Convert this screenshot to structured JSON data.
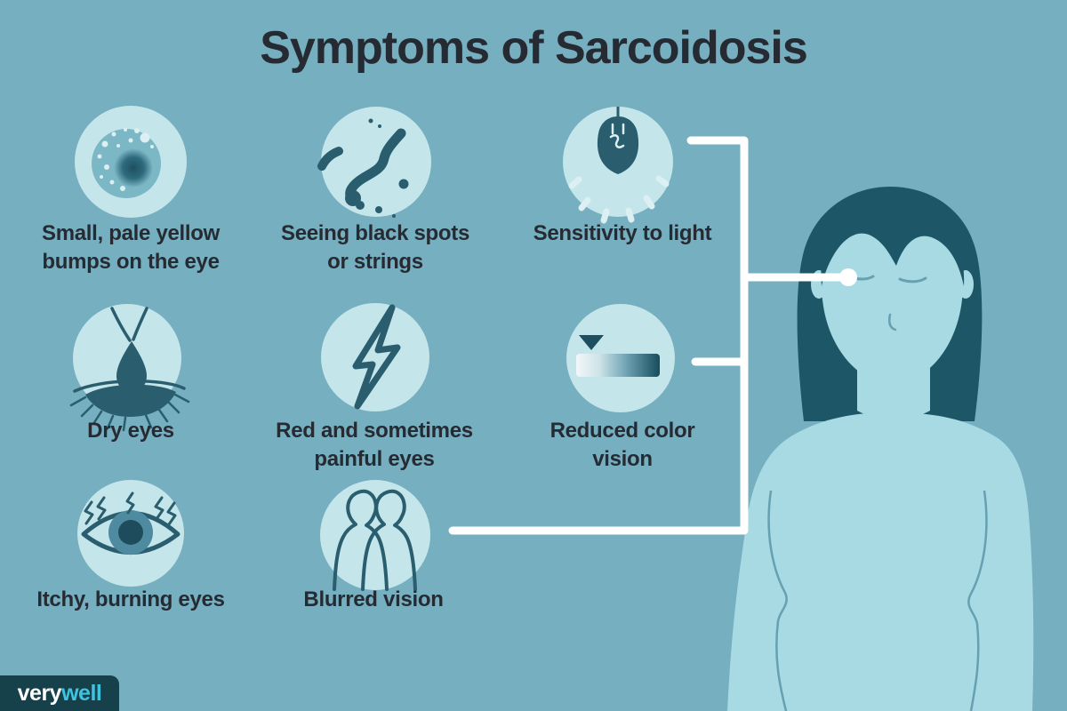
{
  "title": "Symptoms of Sarcoidosis",
  "symptoms": [
    {
      "label": "Small, pale yellow\nbumps on the eye",
      "icon": "eye-bumps-icon"
    },
    {
      "label": "Seeing black spots\nor strings",
      "icon": "floaters-icon"
    },
    {
      "label": "Sensitivity to light",
      "icon": "light-bulb-icon"
    },
    {
      "label": "Dry eyes",
      "icon": "eye-drop-icon"
    },
    {
      "label": "Red and sometimes\npainful eyes",
      "icon": "lightning-bolt-icon"
    },
    {
      "label": "Reduced color\nvision",
      "icon": "color-gradient-bar-icon"
    },
    {
      "label": "Itchy, burning eyes",
      "icon": "itchy-eye-icon"
    },
    {
      "label": "Blurred vision",
      "icon": "double-vision-figures-icon"
    }
  ],
  "illustration": "woman-face-and-torso-with-eye-callout",
  "logo": {
    "part1": "very",
    "part2": "well"
  },
  "colors": {
    "background": "#76AFBF",
    "circle_bg": "#C4E6EB",
    "icon_dark": "#2A5E6F",
    "icon_iris": "#4F8BA0",
    "icon_pupil": "#1E4C5C",
    "light_detail": "#DCEFF2",
    "text": "#262B33",
    "connector": "#FFFFFF",
    "skin": "#A7DAE3",
    "hair": "#1D5767",
    "contour": "#66A0B1",
    "logo_bg": "#16414B",
    "logo_well": "#3EC3E1"
  }
}
